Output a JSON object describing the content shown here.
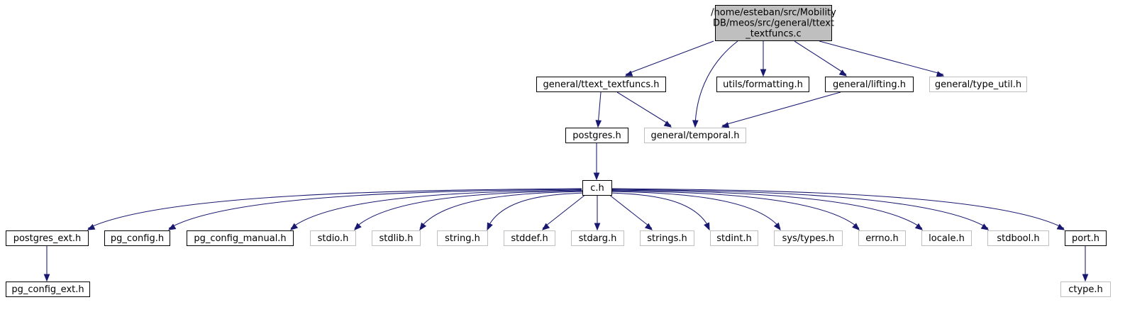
{
  "colors": {
    "edge": "#191970",
    "node_border": "#000000",
    "node_border_external": "#bfbfbf",
    "root_fill": "#bfbfbf",
    "node_fill": "#ffffff"
  },
  "nodes": [
    {
      "id": "root",
      "lines": [
        "/home/esteban/src/Mobility",
        "DB/meos/src/general/ttext",
        "_textfuncs.c"
      ],
      "style": "root"
    },
    {
      "id": "ttext_textfuncs_h",
      "lines": [
        "general/ttext_textfuncs.h"
      ],
      "style": "internal"
    },
    {
      "id": "formatting_h",
      "lines": [
        "utils/formatting.h"
      ],
      "style": "internal"
    },
    {
      "id": "lifting_h",
      "lines": [
        "general/lifting.h"
      ],
      "style": "internal"
    },
    {
      "id": "type_util_h",
      "lines": [
        "general/type_util.h"
      ],
      "style": "external"
    },
    {
      "id": "postgres_h",
      "lines": [
        "postgres.h"
      ],
      "style": "internal"
    },
    {
      "id": "temporal_h",
      "lines": [
        "general/temporal.h"
      ],
      "style": "external"
    },
    {
      "id": "c_h",
      "lines": [
        "c.h"
      ],
      "style": "internal"
    },
    {
      "id": "postgres_ext_h",
      "lines": [
        "postgres_ext.h"
      ],
      "style": "internal"
    },
    {
      "id": "pg_config_h",
      "lines": [
        "pg_config.h"
      ],
      "style": "internal"
    },
    {
      "id": "pg_config_manual_h",
      "lines": [
        "pg_config_manual.h"
      ],
      "style": "internal"
    },
    {
      "id": "stdio_h",
      "lines": [
        "stdio.h"
      ],
      "style": "external"
    },
    {
      "id": "stdlib_h",
      "lines": [
        "stdlib.h"
      ],
      "style": "external"
    },
    {
      "id": "string_h",
      "lines": [
        "string.h"
      ],
      "style": "external"
    },
    {
      "id": "stddef_h",
      "lines": [
        "stddef.h"
      ],
      "style": "external"
    },
    {
      "id": "stdarg_h",
      "lines": [
        "stdarg.h"
      ],
      "style": "external"
    },
    {
      "id": "strings_h",
      "lines": [
        "strings.h"
      ],
      "style": "external"
    },
    {
      "id": "stdint_h",
      "lines": [
        "stdint.h"
      ],
      "style": "external"
    },
    {
      "id": "sys_types_h",
      "lines": [
        "sys/types.h"
      ],
      "style": "external"
    },
    {
      "id": "errno_h",
      "lines": [
        "errno.h"
      ],
      "style": "external"
    },
    {
      "id": "locale_h",
      "lines": [
        "locale.h"
      ],
      "style": "external"
    },
    {
      "id": "stdbool_h",
      "lines": [
        "stdbool.h"
      ],
      "style": "external"
    },
    {
      "id": "port_h",
      "lines": [
        "port.h"
      ],
      "style": "internal"
    },
    {
      "id": "pg_config_ext_h",
      "lines": [
        "pg_config_ext.h"
      ],
      "style": "internal"
    },
    {
      "id": "ctype_h",
      "lines": [
        "ctype.h"
      ],
      "style": "external"
    }
  ],
  "edges": [
    {
      "from": "root",
      "to": "ttext_textfuncs_h"
    },
    {
      "from": "root",
      "to": "temporal_h"
    },
    {
      "from": "root",
      "to": "formatting_h"
    },
    {
      "from": "root",
      "to": "lifting_h"
    },
    {
      "from": "root",
      "to": "type_util_h"
    },
    {
      "from": "ttext_textfuncs_h",
      "to": "postgres_h"
    },
    {
      "from": "ttext_textfuncs_h",
      "to": "temporal_h"
    },
    {
      "from": "lifting_h",
      "to": "temporal_h"
    },
    {
      "from": "postgres_h",
      "to": "c_h"
    },
    {
      "from": "c_h",
      "to": "postgres_ext_h"
    },
    {
      "from": "c_h",
      "to": "pg_config_h"
    },
    {
      "from": "c_h",
      "to": "pg_config_manual_h"
    },
    {
      "from": "c_h",
      "to": "stdio_h"
    },
    {
      "from": "c_h",
      "to": "stdlib_h"
    },
    {
      "from": "c_h",
      "to": "string_h"
    },
    {
      "from": "c_h",
      "to": "stddef_h"
    },
    {
      "from": "c_h",
      "to": "stdarg_h"
    },
    {
      "from": "c_h",
      "to": "strings_h"
    },
    {
      "from": "c_h",
      "to": "stdint_h"
    },
    {
      "from": "c_h",
      "to": "sys_types_h"
    },
    {
      "from": "c_h",
      "to": "errno_h"
    },
    {
      "from": "c_h",
      "to": "locale_h"
    },
    {
      "from": "c_h",
      "to": "stdbool_h"
    },
    {
      "from": "c_h",
      "to": "port_h"
    },
    {
      "from": "postgres_ext_h",
      "to": "pg_config_ext_h"
    },
    {
      "from": "port_h",
      "to": "ctype_h"
    }
  ]
}
